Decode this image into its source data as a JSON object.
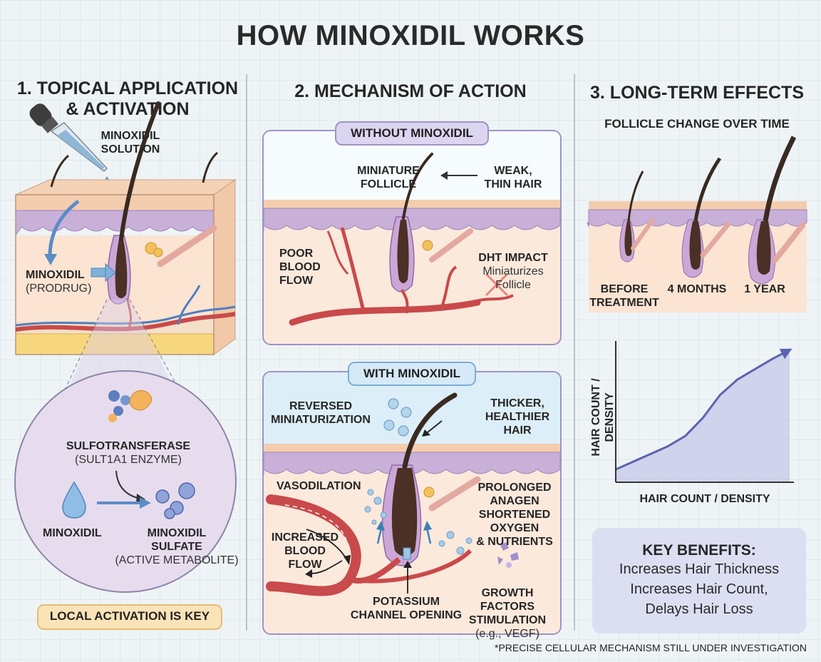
{
  "title": "HOW MINOXIDIL WORKS",
  "col1": {
    "heading_line1": "1. TOPICAL APPLICATION",
    "heading_line2": "& ACTIVATION",
    "solution_line1": "MINOXIDIL",
    "solution_line2": "SOLUTION",
    "prodrug_line1": "MINOXIDIL",
    "prodrug_line2": "(PRODRUG)",
    "enzyme_line1": "SULFOTRANSFERASE",
    "enzyme_line2": "(SULT1A1 ENZYME)",
    "minoxidil": "MINOXIDIL",
    "sulfate_line1": "MINOXIDIL",
    "sulfate_line2": "SULFATE",
    "sulfate_line3": "(ACTIVE METABOLITE)",
    "key_banner": "LOCAL ACTIVATION IS KEY"
  },
  "col2": {
    "heading": "2. MECHANISM OF ACTION",
    "without": {
      "tag": "WITHOUT MINOXIDIL",
      "follicle_line1": "MINIATURE",
      "follicle_line2": "FOLLICLE",
      "weak_line1": "WEAK,",
      "weak_line2": "THIN HAIR",
      "flow_line1": "POOR",
      "flow_line2": "BLOOD",
      "flow_line3": "FLOW",
      "dht_title": "DHT IMPACT",
      "dht_line1": "Miniaturizes",
      "dht_line2": "Follicle"
    },
    "with": {
      "tag": "WITH MINOXIDIL",
      "reversed_line1": "REVERSED",
      "reversed_line2": "MINIATURIZATION",
      "thicker_line1": "THICKER,",
      "thicker_line2": "HEALTHIER HAIR",
      "vaso": "VASODILATION",
      "anagen_line1": "PROLONGED",
      "anagen_line2": "ANAGEN",
      "anagen_line3": "SHORTENED",
      "anagen_line4": "OXYGEN",
      "anagen_line5": "& NUTRIENTS",
      "inc_line1": "INCREASED",
      "inc_line2": "BLOOD FLOW",
      "growth_line1": "GROWTH FACTORS",
      "growth_line2": "STIMULATION",
      "growth_line3": "(e.g., VEGF)",
      "potassium_line1": "POTASSIUM",
      "potassium_line2": "CHANNEL OPENING"
    }
  },
  "col3": {
    "heading": "3. LONG-TERM EFFECTS",
    "subheading": "FOLLICLE CHANGE OVER TIME",
    "before_line1": "BEFORE",
    "before_line2": "TREATMENT",
    "months": "4 MONTHS",
    "year": "1 YEAR",
    "y_axis": "HAIR COUNT / DENSITY",
    "x_axis": "HAIR COUNT / DENSITY",
    "benefits_title": "KEY BENEFITS:",
    "benefit1": "Increases Hair Thickness",
    "benefit2": "Increases Hair Count,",
    "benefit3": "Delays Hair Loss"
  },
  "footnote": "*PRECISE CELLULAR MECHANISM STILL UNDER INVESTIGATION",
  "chart_data": {
    "type": "area",
    "x": [
      0,
      1,
      2,
      3,
      4,
      5,
      6,
      7,
      8,
      9,
      10
    ],
    "values": [
      1.0,
      1.6,
      2.2,
      2.8,
      3.6,
      5.0,
      6.8,
      8.0,
      8.8,
      9.6,
      10.3
    ],
    "xlabel": "HAIR COUNT / DENSITY",
    "ylabel": "HAIR COUNT / DENSITY",
    "ylim": [
      0,
      11
    ],
    "xlim": [
      0,
      10
    ],
    "grid": false,
    "legend": "none"
  },
  "colors": {
    "skin": "#fbe4d2",
    "epidermis": "#c9b3d9",
    "hair": "#3a2a22",
    "vessel": "#c94a4a",
    "panel_border": "#9e95c4",
    "chart_fill": "#c9cdea",
    "chart_line": "#5a63b0"
  }
}
